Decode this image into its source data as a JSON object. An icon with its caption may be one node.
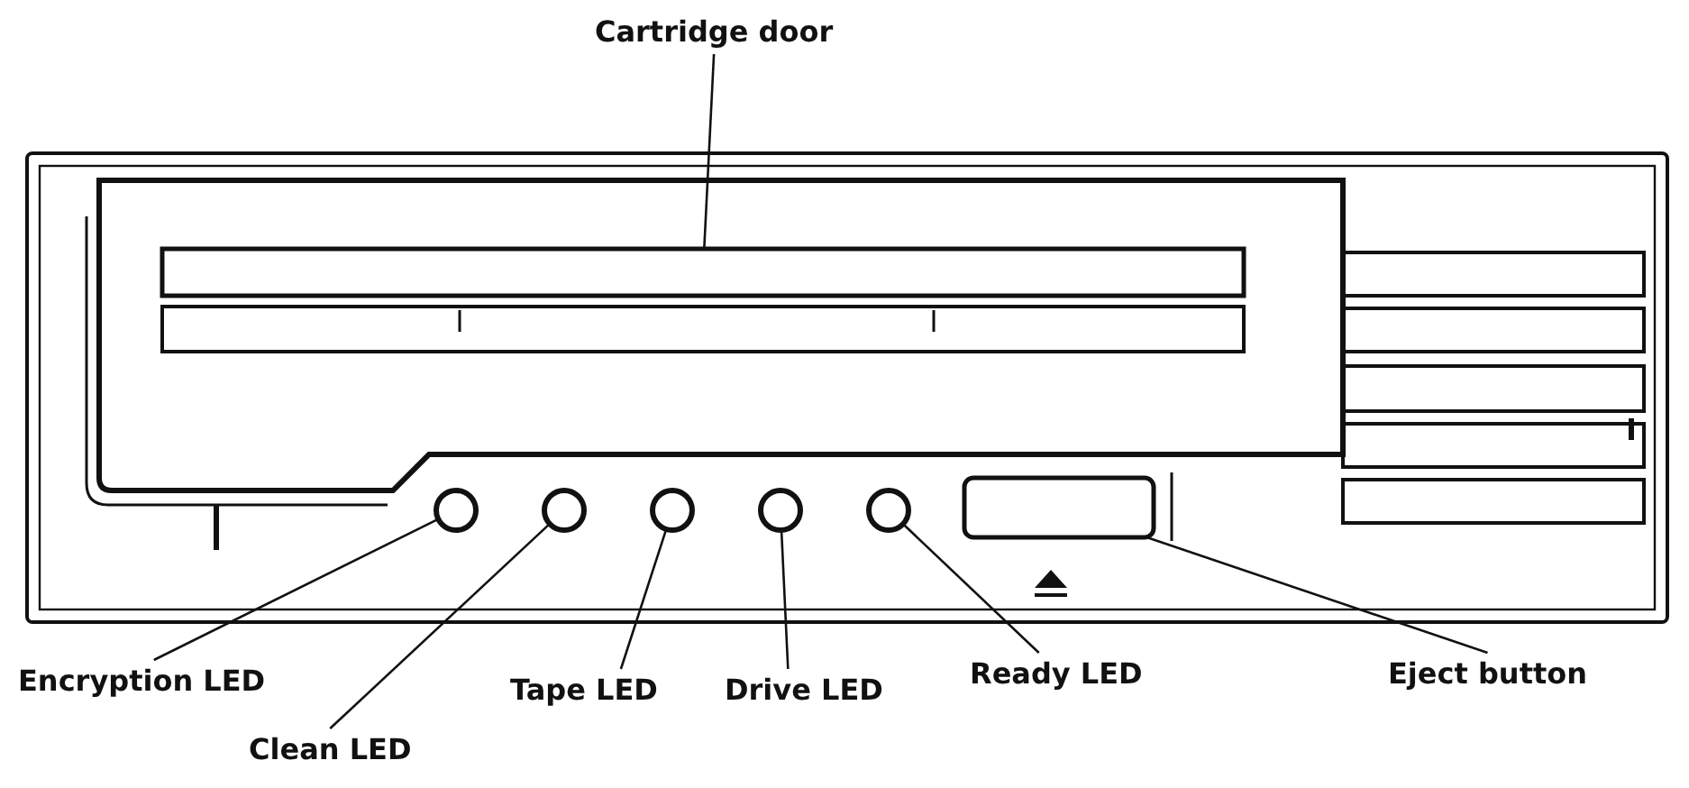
{
  "diagram": {
    "nodes": [
      {
        "text": [
          "Cartridge door"
        ]
      },
      {
        "text": [],
        "shape": "box"
      },
      {
        "text": [],
        "shape": "circle"
      },
      {
        "text": [],
        "shape": "circle"
      },
      {
        "text": [],
        "shape": "circle"
      },
      {
        "text": [],
        "shape": "circle"
      },
      {
        "text": [],
        "shape": "circle"
      },
      {
        "text": [],
        "shape": "box"
      },
      {
        "text": [
          "Encryption LED"
        ]
      },
      {
        "text": [
          "Clean LED"
        ]
      },
      {
        "text": [
          "Tape LED"
        ]
      },
      {
        "text": [
          "Drive LED"
        ]
      },
      {
        "text": [
          "Ready LED"
        ]
      },
      {
        "text": [
          "Eject button"
        ]
      }
    ],
    "edges": [
      {
        "from": 0,
        "to": 1,
        "arrow": "none"
      },
      {
        "from": 8,
        "to": 2,
        "arrow": "none"
      },
      {
        "from": 9,
        "to": 3,
        "arrow": "none"
      },
      {
        "from": 10,
        "to": 4,
        "arrow": "none"
      },
      {
        "from": 11,
        "to": 5,
        "arrow": "none"
      },
      {
        "from": 12,
        "to": 6,
        "arrow": "none"
      },
      {
        "from": 13,
        "to": 7,
        "arrow": "none"
      }
    ]
  }
}
